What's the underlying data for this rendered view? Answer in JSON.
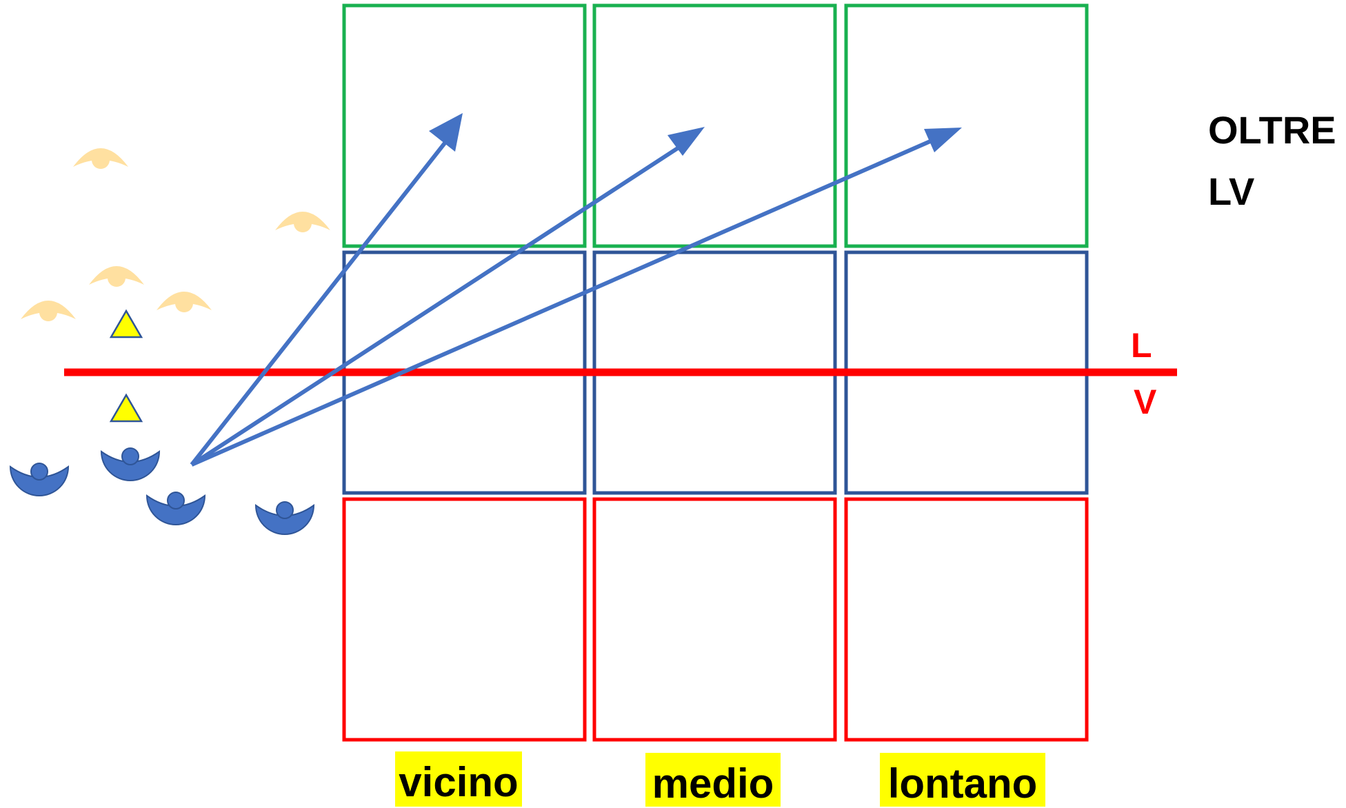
{
  "colors": {
    "top_row": "#19b150",
    "middle_row": "#2f5597",
    "bottom_row": "#ff0000",
    "line": "#ff0000",
    "arrow": "#4472c4",
    "label_highlight": "#ffff00",
    "player_blue": "#4472c4",
    "player_faded": "#ffe0a0",
    "cone": "#ffff00"
  },
  "labels": {
    "oltre_line1": "OLTRE",
    "oltre_line2": "LV",
    "line_upper": "L",
    "line_lower": "V",
    "columns": [
      "vicino",
      "medio",
      "lontano"
    ]
  },
  "icons": {
    "player": "player-icon",
    "faded_player": "faded-player-icon",
    "cone": "cone-icon",
    "arrow": "arrow-icon"
  }
}
